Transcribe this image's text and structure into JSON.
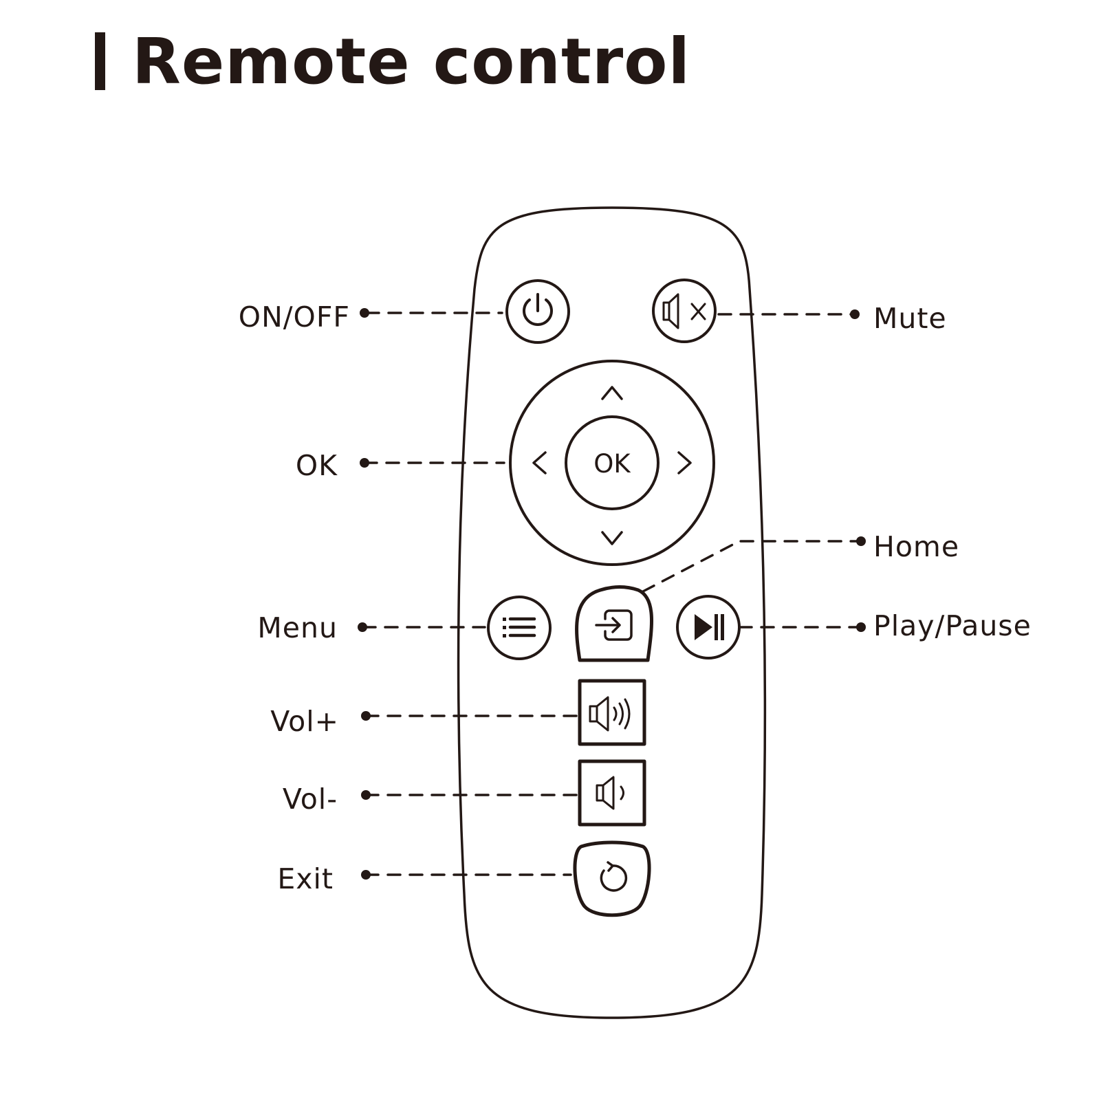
{
  "title": "Remote control",
  "labels": {
    "on_off": "ON/OFF",
    "mute": "Mute",
    "ok": "OK",
    "home": "Home",
    "menu": "Menu",
    "play_pause": "Play/Pause",
    "vol_up": "Vol+",
    "vol_down": "Vol-",
    "exit": "Exit"
  },
  "buttons": {
    "ok_label": "OK"
  },
  "icons": {
    "power": "power-icon",
    "mute": "mute-icon",
    "up": "chevron-up-icon",
    "down": "chevron-down-icon",
    "left": "chevron-left-icon",
    "right": "chevron-right-icon",
    "menu": "list-icon",
    "home": "input-source-icon",
    "play_pause": "play-pause-icon",
    "vol_up": "volume-up-icon",
    "vol_down": "volume-down-icon",
    "exit": "undo-icon"
  },
  "colors": {
    "ink": "#231815",
    "background": "#ffffff"
  }
}
